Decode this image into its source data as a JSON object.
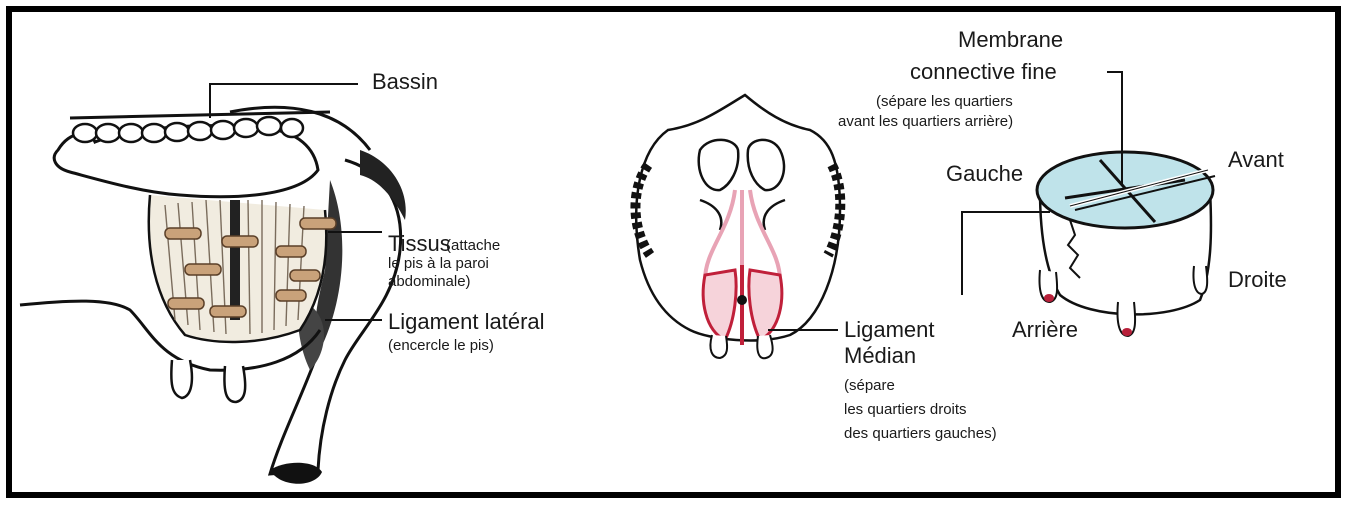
{
  "labels": {
    "bassin": "Bassin",
    "tissus": "Tissus",
    "tissus_note_1": "(attache",
    "tissus_note_2": "le pis à la paroi",
    "tissus_note_3": "abdominale)",
    "ligament_lateral": "Ligament latéral",
    "ligament_lateral_note": "(encercle le pis)",
    "ligament": "Ligament",
    "median": "Médian",
    "median_note_1": "(sépare",
    "median_note_2": "les quartiers droits",
    "median_note_3": "des quartiers gauches)",
    "membrane_1": "Membrane",
    "membrane_2": "connective fine",
    "membrane_note_1": "(sépare les quartiers",
    "membrane_note_2": "avant les quartiers arrière)",
    "gauche": "Gauche",
    "avant": "Avant",
    "droite": "Droite",
    "arriere": "Arrière"
  },
  "colors": {
    "outline": "#111111",
    "muscle_band": "#c9a27a",
    "ligament_red": "#c0203a",
    "ligament_pink": "#e8a3b5",
    "membrane_blue": "#bfe3ea",
    "teat_red": "#b8203a"
  },
  "icons": [
    "cow-side-view-illustration",
    "udder-rear-view-illustration",
    "udder-quarters-illustration"
  ]
}
